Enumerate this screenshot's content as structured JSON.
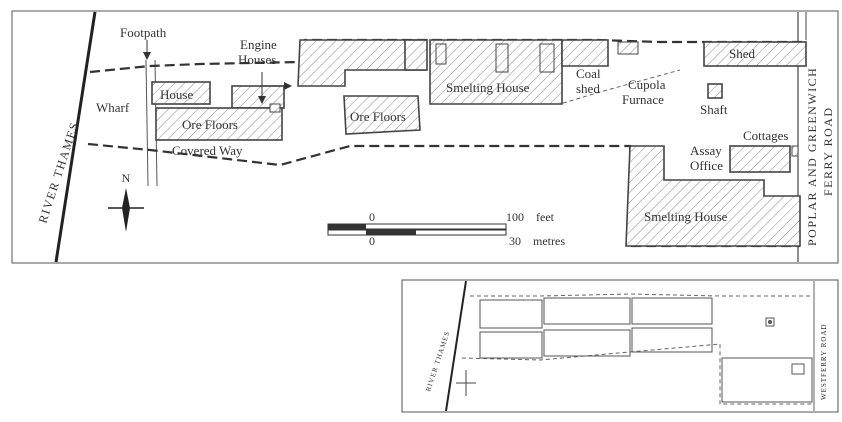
{
  "main_map": {
    "river_label": "RIVER THAMES",
    "road_label_line1": "POPLAR AND GREENWICH",
    "road_label_line2": "FERRY ROAD",
    "north_label": "N",
    "labels": {
      "footpath": "Footpath",
      "engine_houses_1": "Engine",
      "engine_houses_2": "Houses",
      "shed": "Shed",
      "wharf": "Wharf",
      "house": "House",
      "ore_floors_1": "Ore Floors",
      "ore_floors_2": "Ore Floors",
      "smelting_house_1": "Smelting House",
      "coal_shed_1": "Coal",
      "coal_shed_2": "shed",
      "cupola_1": "Cupola",
      "cupola_2": "Furnace",
      "shaft": "Shaft",
      "covered_way": "Covered Way",
      "cottages": "Cottages",
      "assay_1": "Assay",
      "assay_2": "Office",
      "smelting_house_2": "Smelting House"
    },
    "scale": {
      "feet_start": "0",
      "feet_end": "100",
      "feet_unit": "feet",
      "metres_start": "0",
      "metres_end": "30",
      "metres_unit": "metres"
    }
  },
  "inset_map": {
    "river_label": "RIVER THAMES",
    "road_label": "WESTFERRY ROAD"
  },
  "colors": {
    "ink": "#333333",
    "hatch": "#8a8a8a",
    "background": "#ffffff"
  }
}
